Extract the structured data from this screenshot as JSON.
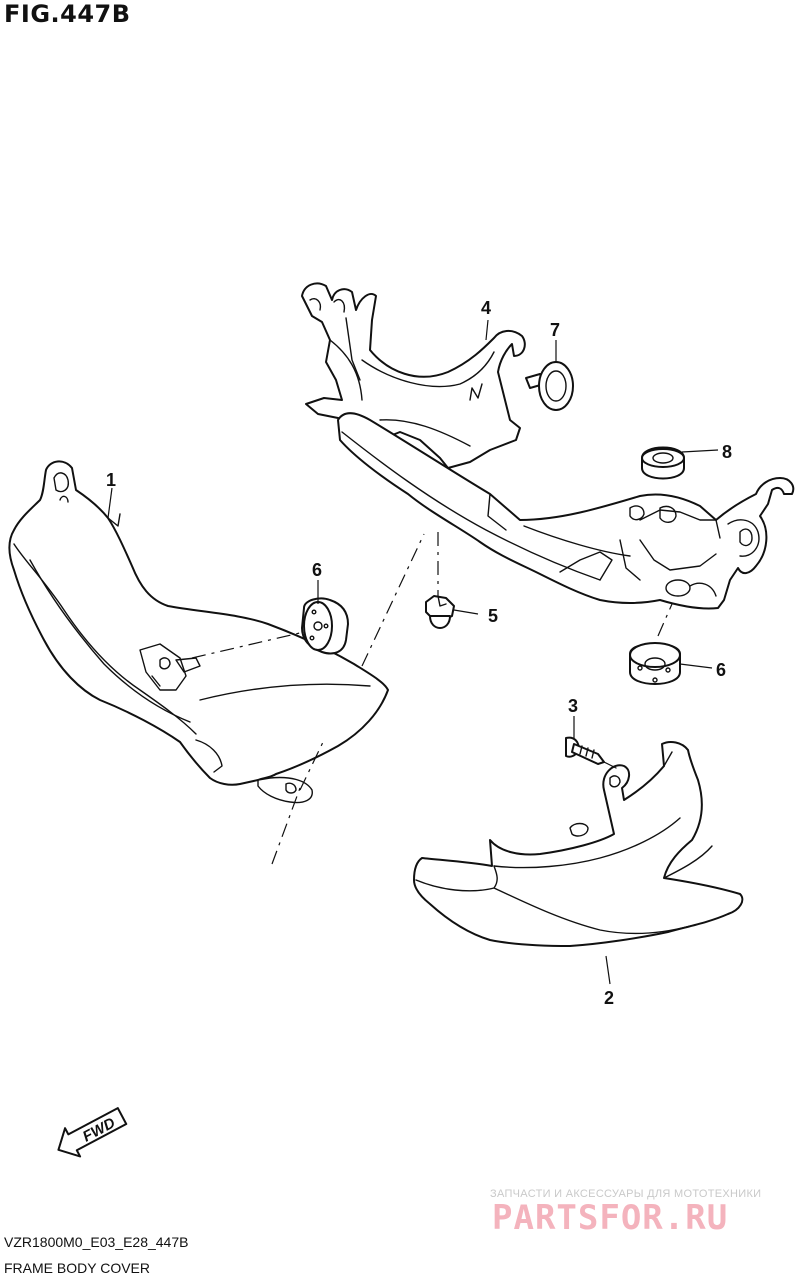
{
  "figure": {
    "title": "FIG.447B",
    "code": "VZR1800M0_E03_E28_447B",
    "caption": "FRAME BODY COVER"
  },
  "callouts": [
    "1",
    "2",
    "3",
    "4",
    "5",
    "6",
    "6",
    "7",
    "8"
  ],
  "fwd_label": "FWD",
  "watermark": {
    "tagline": "ЗАПЧАСТИ И АКСЕССУАРЫ ДЛЯ МОТОТЕХНИКИ",
    "logo": "PARTSFOR.RU"
  },
  "colors": {
    "line": "#111111",
    "background": "#ffffff",
    "watermark_logo": "#f4b3bd",
    "watermark_text": "#c9c9c9"
  }
}
